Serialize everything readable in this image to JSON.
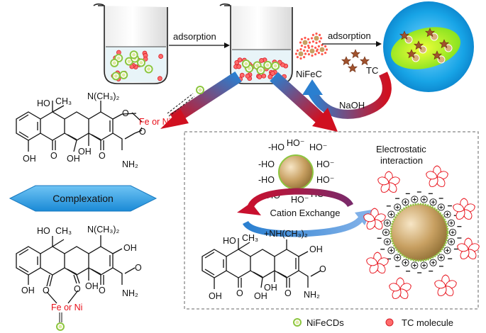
{
  "process": {
    "adsorption_left": "adsorption",
    "adsorption_right": "adsorption",
    "nifec": "NiFeC",
    "tc": "TC",
    "naoh": "NaOH"
  },
  "mechanisms": {
    "complexation": "Complexation",
    "electrostatic_1": "Electrostatic",
    "electrostatic_2": "interaction",
    "cation_exchange": "Cation Exchange"
  },
  "chemistry": {
    "n_dimethyl": "N(CH₃)₂",
    "protonated_n": "+NH(CH₃)₂",
    "ho": "HO",
    "ch3": "CH₃",
    "oh": "OH",
    "o": "O",
    "nh2": "NH₂",
    "fe_or_ni_fe": "Fe",
    "fe_or_ni_or": " or ",
    "fe_or_ni_ni": "Ni",
    "hydroxyl": "-HO",
    "hydroxyl_minus": "HO⁻",
    "plus": "+",
    "minus": "−"
  },
  "legend": {
    "nifecds": "NiFeCDs",
    "tc_molecule": "TC molecule"
  },
  "colors": {
    "red_arrow": "#c8102e",
    "blue_arrow": "#2a7fd0",
    "sphere": "#c8a062",
    "bubble": "#18a4e6",
    "metal_label": "#e8101a",
    "cd_green": "#8cc63f"
  }
}
